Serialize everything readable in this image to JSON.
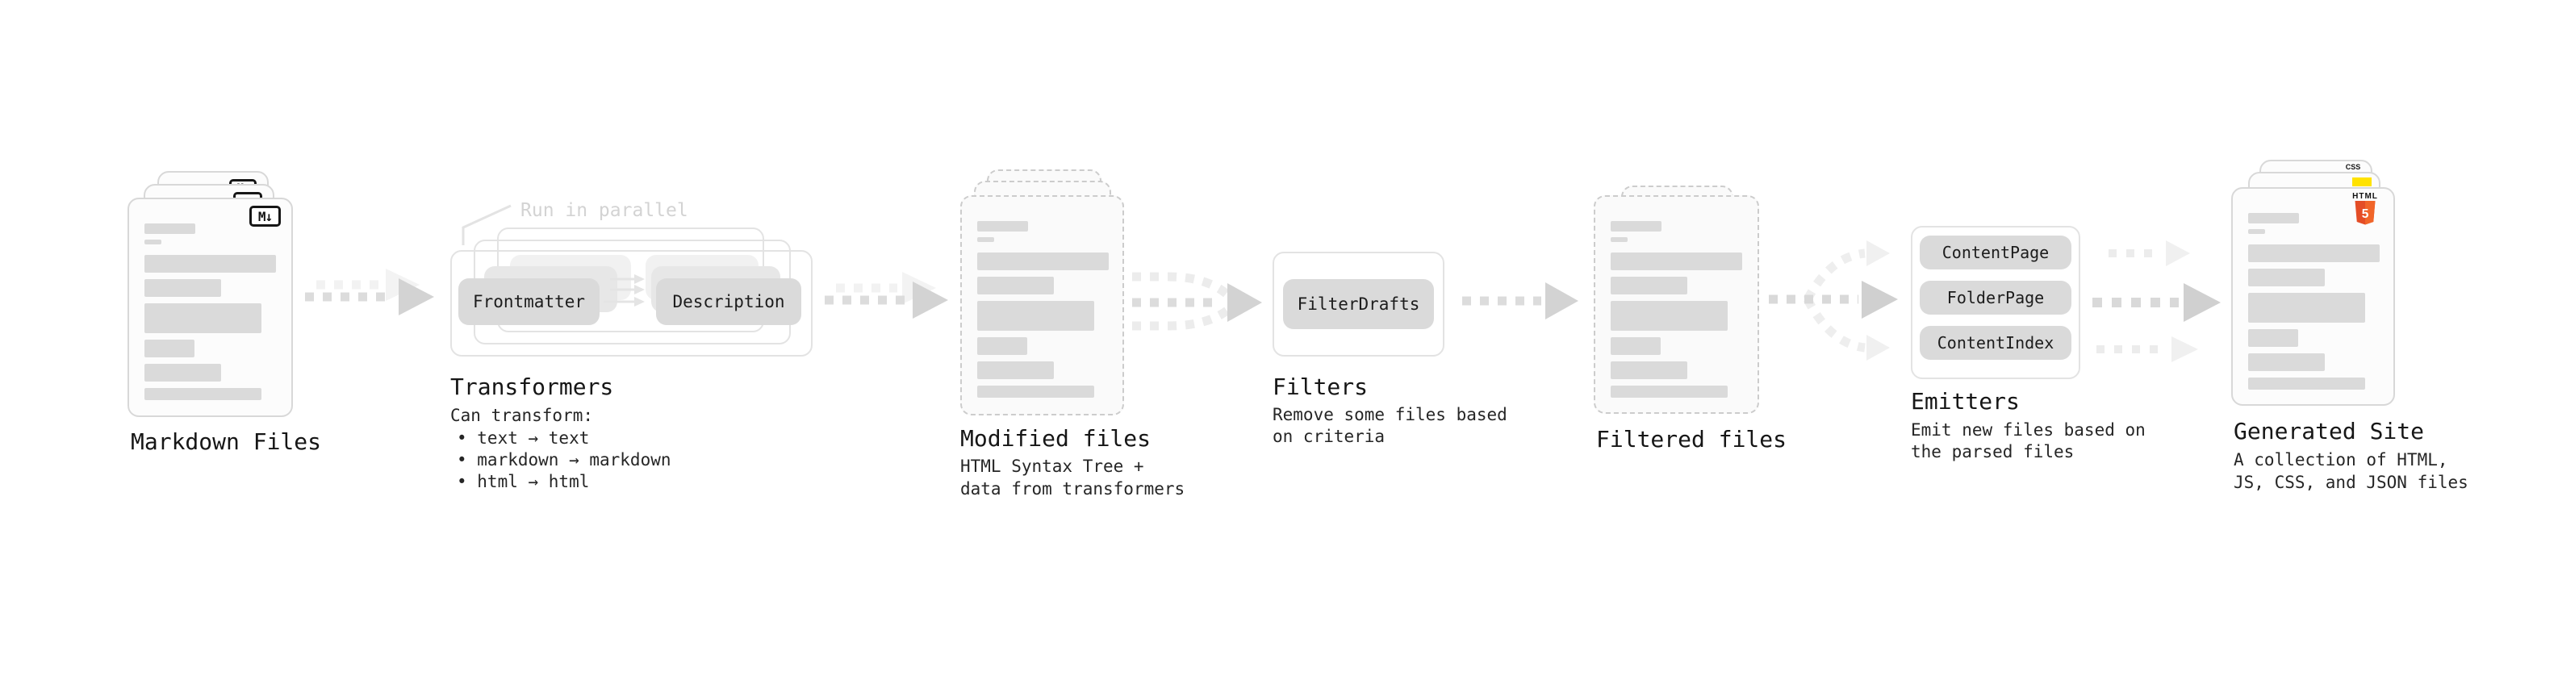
{
  "stages": {
    "markdown": {
      "label": "Markdown Files",
      "badge": "M↓"
    },
    "transformers": {
      "label": "Transformers",
      "annotation": "Run in parallel",
      "pill_left": "Frontmatter",
      "pill_right": "Description",
      "caption": "Can transform:",
      "bullets": [
        "• text → text",
        "• markdown → markdown",
        "• html → html"
      ]
    },
    "modified": {
      "label": "Modified files",
      "caption_line1": "HTML Syntax Tree +",
      "caption_line2": "data from transformers"
    },
    "filters": {
      "label": "Filters",
      "pill": "FilterDrafts",
      "caption_line1": "Remove some files based",
      "caption_line2": "on criteria"
    },
    "filtered": {
      "label": "Filtered files"
    },
    "emitters": {
      "label": "Emitters",
      "pills": [
        "ContentPage",
        "FolderPage",
        "ContentIndex"
      ],
      "caption_line1": "Emit new files based on",
      "caption_line2": "the parsed files"
    },
    "generated": {
      "label": "Generated Site",
      "caption_line1": "A collection of HTML,",
      "caption_line2": "JS, CSS, and JSON files",
      "badge_html_text": "HTML",
      "badge_html_number": "5",
      "badge_css_text": "CSS"
    }
  },
  "icons": {
    "markdown_icon": "M↓ badge",
    "html5_icon": "HTML5 shield",
    "js_icon": "yellow JS square",
    "css_icon": "CSS blue underline"
  },
  "colors": {
    "markdown_black": "#161616",
    "html5_orange": "#e44d26",
    "html5_orange_light": "#f16529",
    "js_yellow": "#ffe200",
    "css_blue": "#2e6bf0",
    "skeleton_gray": "#dadada",
    "arrow_gray": "#d4d4d4",
    "arrow_light_gray": "#eeeeee"
  }
}
